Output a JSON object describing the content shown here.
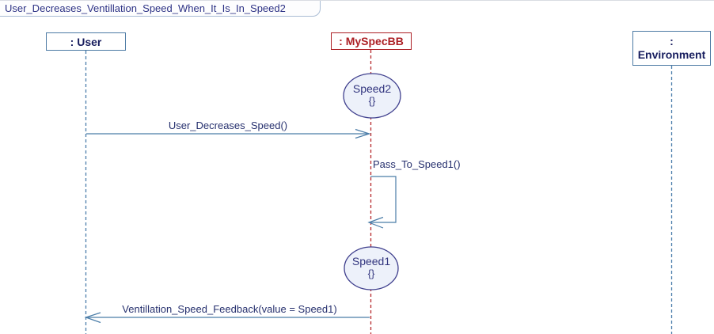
{
  "colors": {
    "top-border": "#d9dce2",
    "tab-border": "#a9bcd4",
    "title-text": "#2d3285",
    "box-border": "#4c7aa4",
    "navy-text": "#171d5e",
    "red": "#ac1f24",
    "line-red": "#b62a2c",
    "line-blue": "#4b7dab",
    "arrow": "#4b7da8",
    "msg-text": "#26306e",
    "oval-border": "#40408e",
    "oval-fill": "#edf1fa",
    "oval-text": "#31347e"
  },
  "diagram": {
    "title": "User_Decreases_Ventillation_Speed_When_It_Is_In_Speed2",
    "lifelines": {
      "user": {
        "label": ": User"
      },
      "myspecbb": {
        "label": ": MySpecBB"
      },
      "environment": {
        "label_top": ":",
        "label_bottom": "Environment"
      }
    },
    "states": {
      "speed2": {
        "name": "Speed2",
        "attrs": "{}"
      },
      "speed1": {
        "name": "Speed1",
        "attrs": "{}"
      }
    },
    "messages": {
      "msg1": {
        "label": "User_Decreases_Speed()",
        "from": ": User",
        "to": ": MySpecBB"
      },
      "msg2": {
        "label": "Pass_To_Speed1()",
        "from": ": MySpecBB",
        "to": ": MySpecBB"
      },
      "msg3": {
        "label": "Ventillation_Speed_Feedback(value = Speed1)",
        "from": ": MySpecBB",
        "to": ": User"
      }
    }
  }
}
